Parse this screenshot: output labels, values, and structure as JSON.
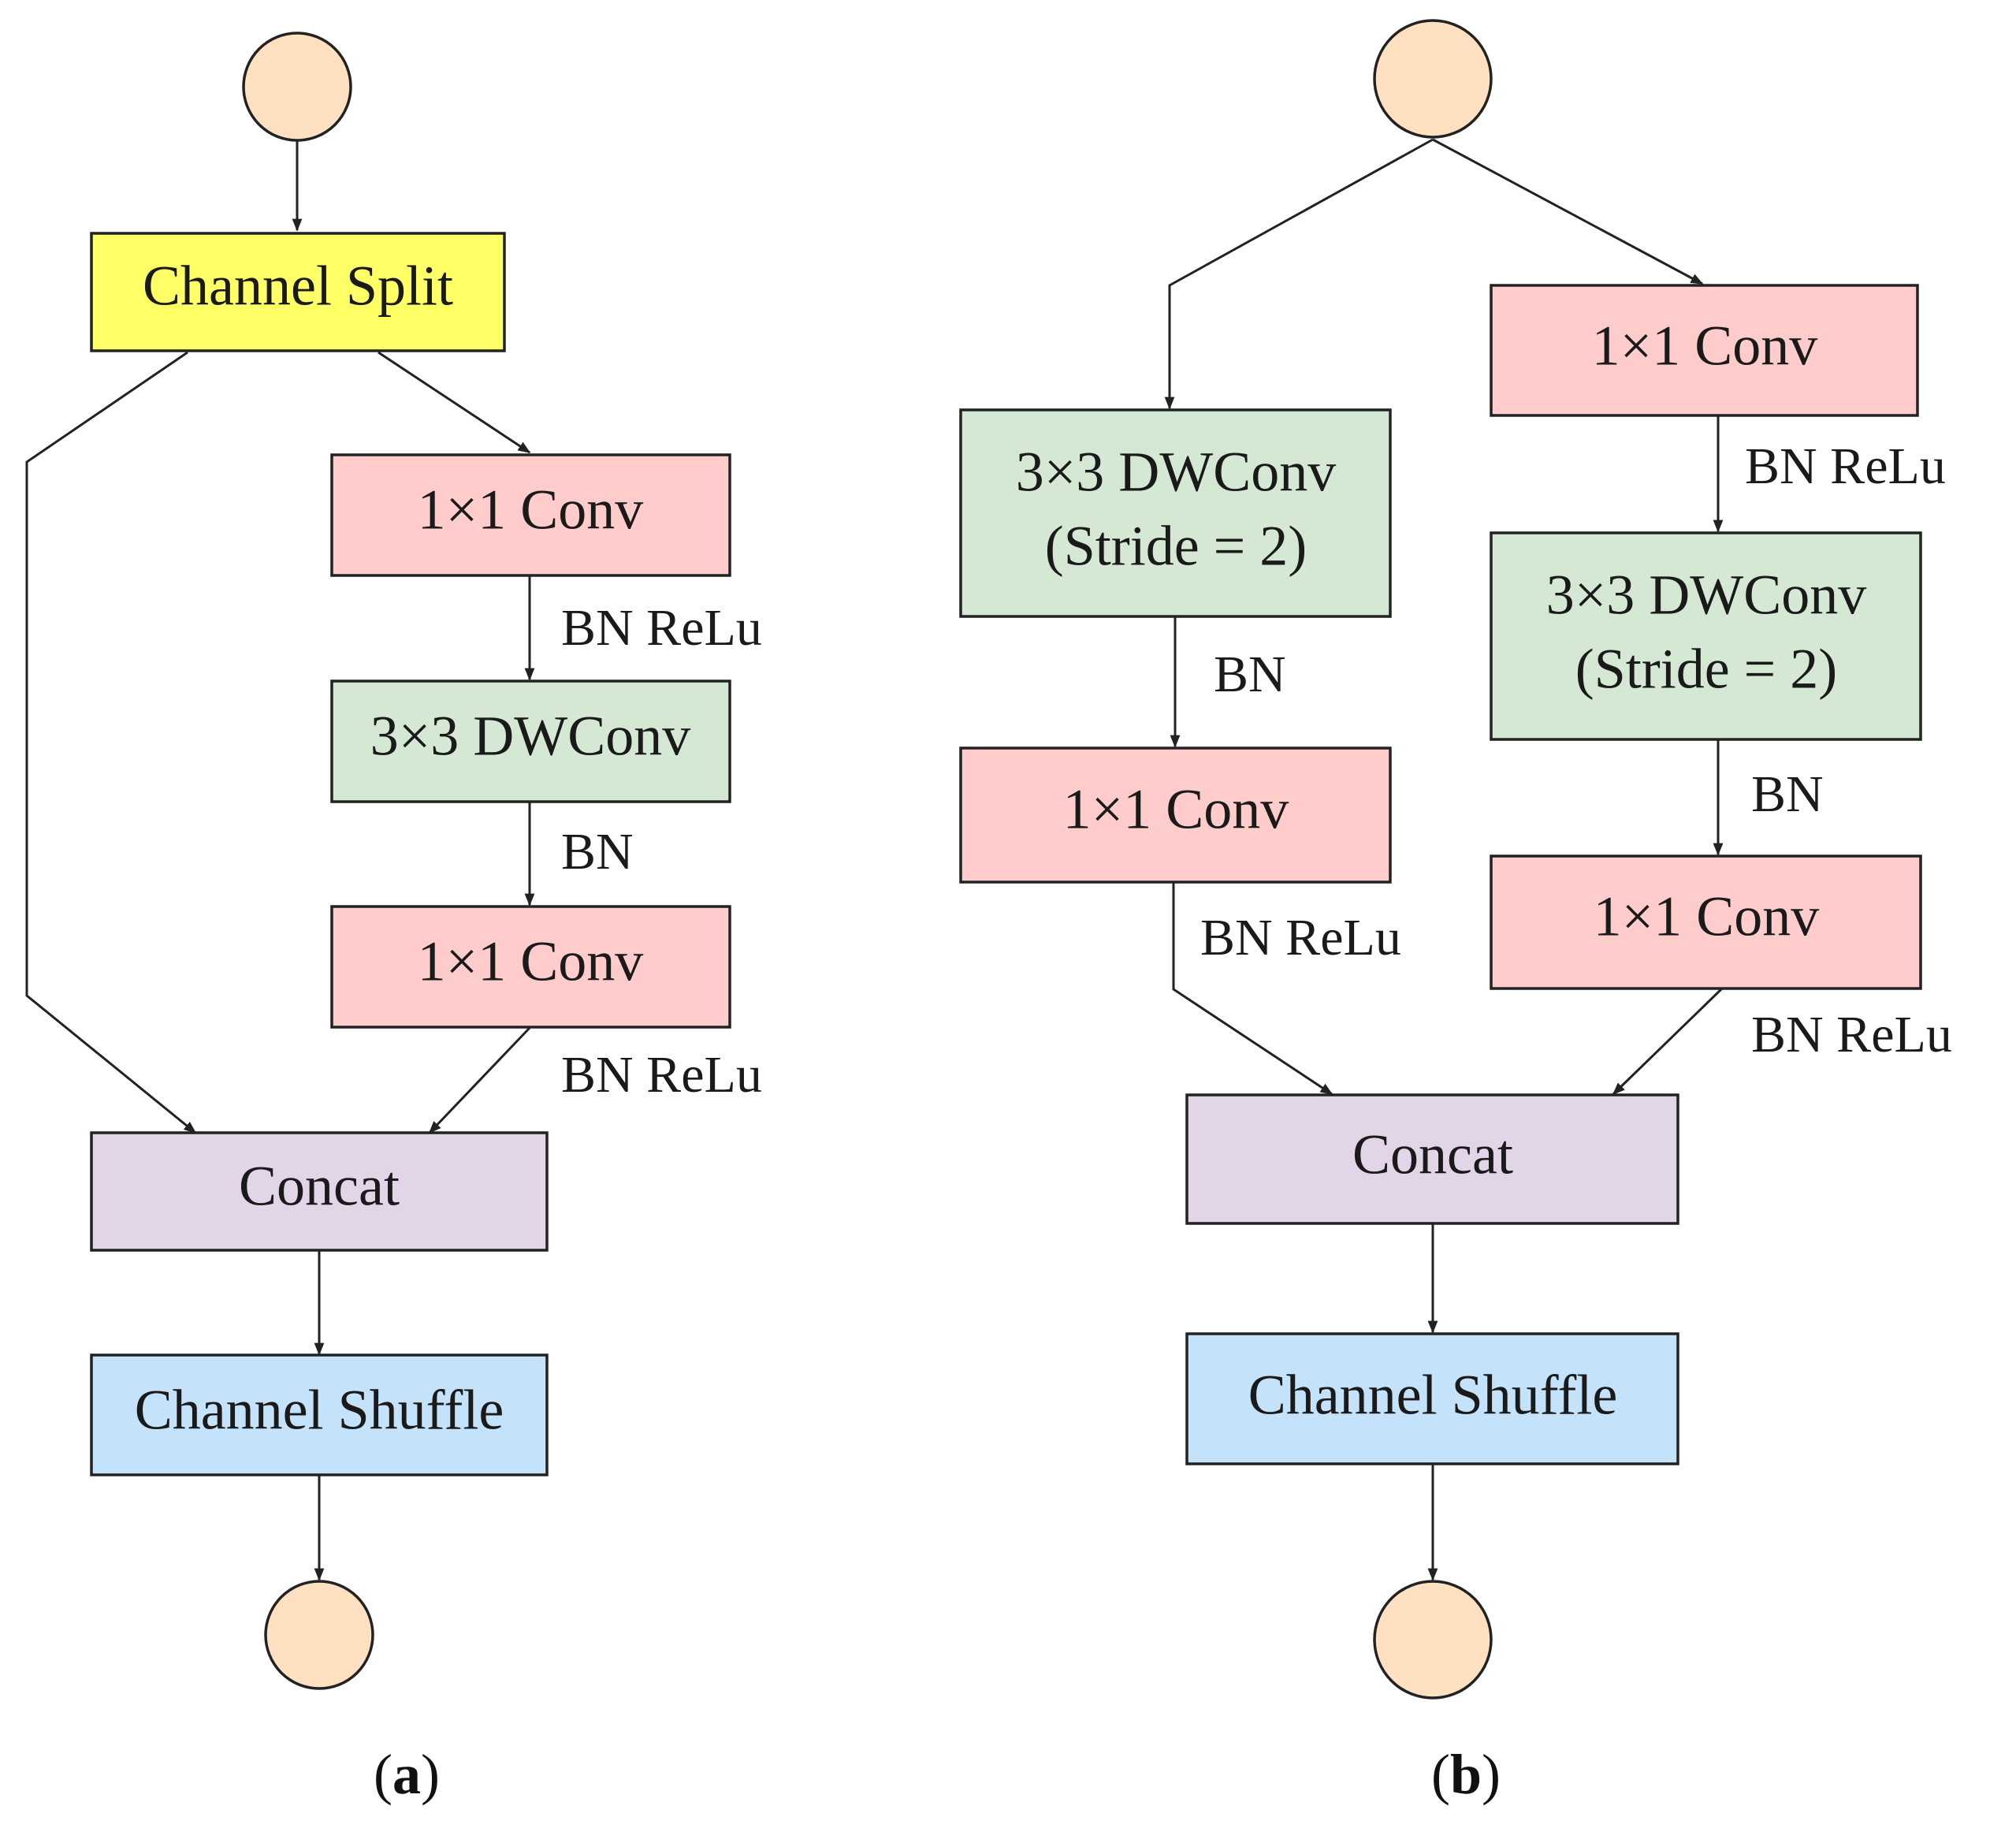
{
  "colors": {
    "channel_split": "#FFFF66",
    "conv": "#FFCCCC",
    "dwconv": "#D5E8D4",
    "concat": "#E1D5E7",
    "shuffle": "#C4E3FB",
    "io_node": "#FFE0C0",
    "stroke": "#222222"
  },
  "panel_a": {
    "caption_open": "(",
    "caption_letter": "a",
    "caption_close": ")",
    "input_node_icon": "circle-node",
    "output_node_icon": "circle-node",
    "channel_split": "Channel Split",
    "conv1": "1×1 Conv",
    "dwconv": "3×3 DWConv",
    "conv2": "1×1 Conv",
    "concat": "Concat",
    "shuffle": "Channel Shuffle",
    "label_conv1_dw": "BN ReLu",
    "label_dw_conv2": "BN",
    "label_conv2_concat": "BN ReLu"
  },
  "panel_b": {
    "caption_open": "(",
    "caption_letter": "b",
    "caption_close": ")",
    "input_node_icon": "circle-node",
    "output_node_icon": "circle-node",
    "left_dwconv_line1": "3×3 DWConv",
    "left_dwconv_line2": "(Stride = 2)",
    "left_conv": "1×1 Conv",
    "right_conv1": "1×1 Conv",
    "right_dwconv_line1": "3×3 DWConv",
    "right_dwconv_line2": "(Stride = 2)",
    "right_conv2": "1×1 Conv",
    "concat": "Concat",
    "shuffle": "Channel Shuffle",
    "label_left_dw_conv": "BN",
    "label_left_conv_concat": "BN ReLu",
    "label_right_conv1_dw": "BN ReLu",
    "label_right_dw_conv2": "BN",
    "label_right_conv2_concat": "BN ReLu"
  }
}
